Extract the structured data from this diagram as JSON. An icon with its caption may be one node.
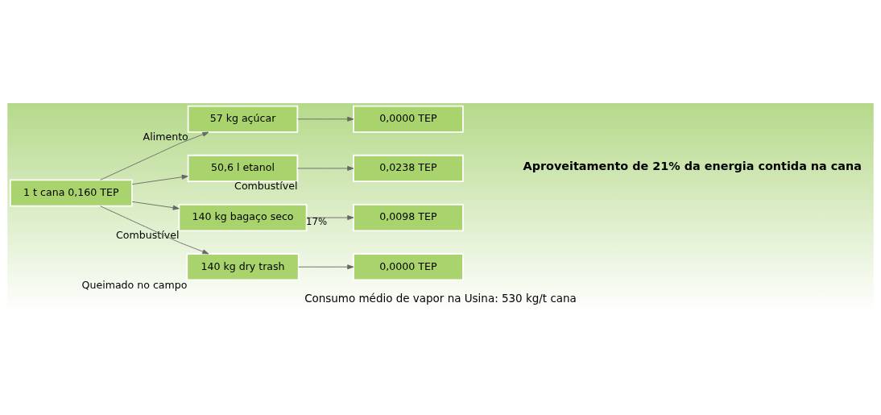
{
  "diagram": {
    "caption": "Consumo médio de vapor na Usina: 530 kg/t cana",
    "nodes": [
      {
        "text": [
          "1 t cana 0,160 TEP"
        ]
      },
      {
        "text": [
          "57 kg açúcar"
        ],
        "beside": [
          "Alimento"
        ]
      },
      {
        "text": [
          "50,6 l etanol"
        ],
        "beside": [
          "Combustível"
        ]
      },
      {
        "text": [
          "140 kg bagaço seco"
        ],
        "beside": [
          "Combustível"
        ]
      },
      {
        "text": [
          "140 kg dry trash"
        ],
        "beside": [
          "Queimado no campo"
        ]
      },
      {
        "text": [
          "0,0000 TEP"
        ]
      },
      {
        "text": [
          "0,0238 TEP"
        ]
      },
      {
        "text": [
          "0,0098 TEP"
        ]
      },
      {
        "text": [
          "0,0000 TEP"
        ]
      }
    ],
    "edges": [
      {
        "from": 0,
        "to": 1,
        "arrow": "to"
      },
      {
        "from": 0,
        "to": 2,
        "arrow": "to"
      },
      {
        "from": 0,
        "to": 3,
        "arrow": "to"
      },
      {
        "from": 0,
        "to": 4,
        "arrow": "to"
      },
      {
        "from": 1,
        "to": 5,
        "arrow": "to"
      },
      {
        "from": 2,
        "to": 6,
        "arrow": "to"
      },
      {
        "from": 3,
        "to": 7,
        "label": "17%",
        "arrow": "to"
      },
      {
        "from": 4,
        "to": 8,
        "arrow": "to"
      }
    ],
    "labels": [
      "Aproveitamento de 21% da energia contida na cana"
    ]
  }
}
